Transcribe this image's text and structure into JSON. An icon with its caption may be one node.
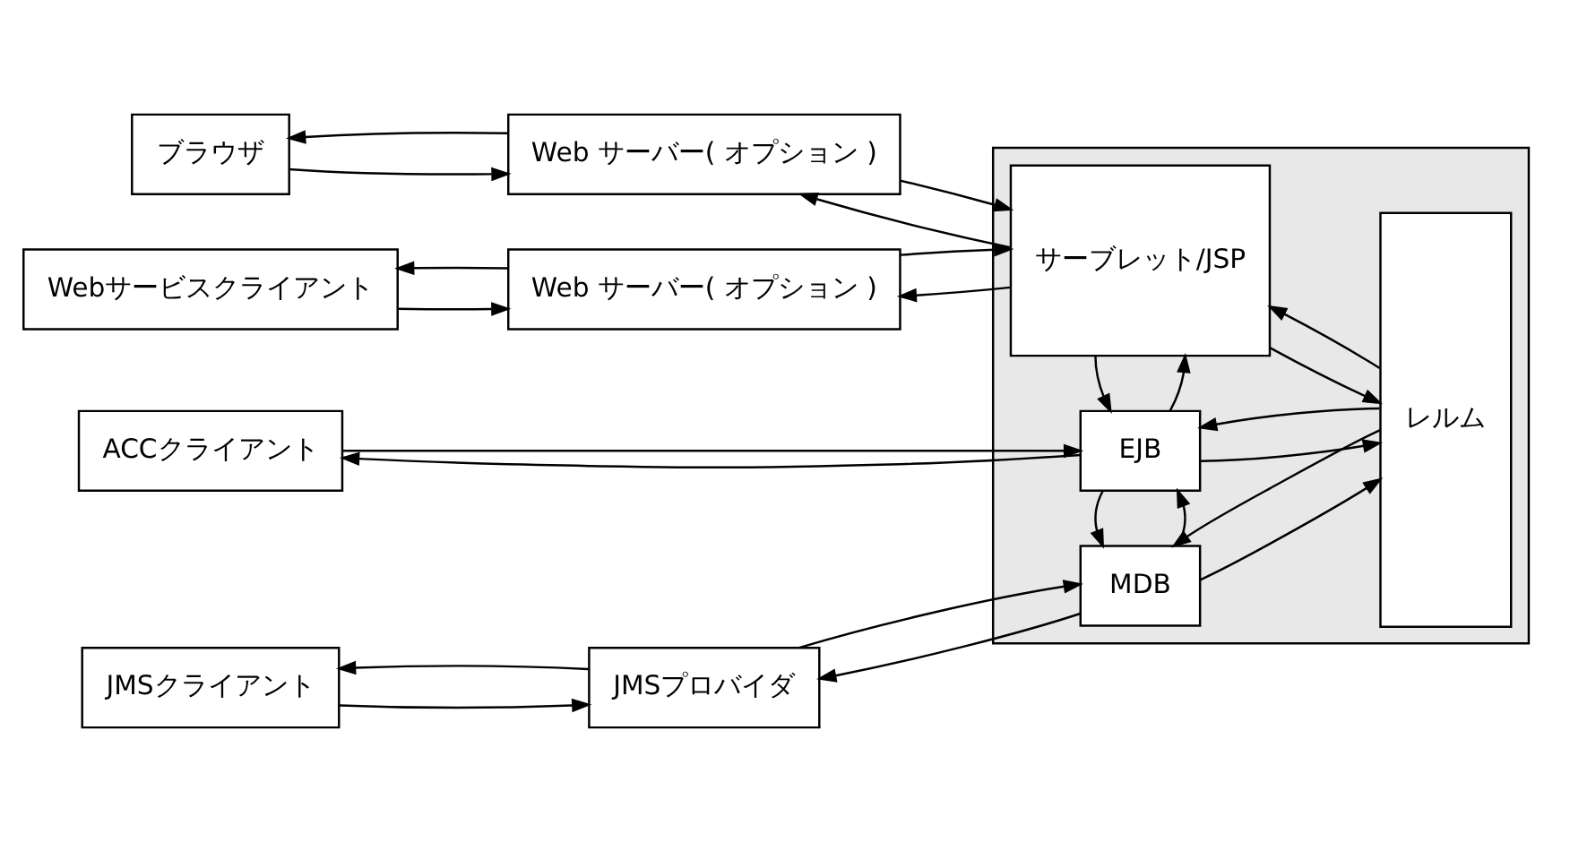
{
  "diagram": {
    "nodes": [
      {
        "text": [
          "ブラウザ"
        ]
      },
      {
        "text": [
          "Web サーバー( オプション )"
        ]
      },
      {
        "text": [
          "Webサービスクライアント"
        ]
      },
      {
        "text": [
          "Web サーバー( オプション )"
        ]
      },
      {
        "text": [
          "ACCクライアント"
        ]
      },
      {
        "text": [
          "JMSクライアント"
        ]
      },
      {
        "text": [
          "JMSプロバイダ"
        ]
      },
      {
        "text": [],
        "shape": "box"
      },
      {
        "text": [
          "サーブレット/JSP"
        ],
        "in": 7
      },
      {
        "text": [
          "EJB"
        ],
        "in": 7
      },
      {
        "text": [
          "MDB"
        ],
        "in": 7
      },
      {
        "text": [
          "レルム"
        ],
        "in": 7
      }
    ],
    "edges": [
      {
        "from": 0,
        "to": 1,
        "arrow": "to"
      },
      {
        "from": 1,
        "to": 0,
        "arrow": "to"
      },
      {
        "from": 1,
        "to": 8,
        "arrow": "to"
      },
      {
        "from": 8,
        "to": 1,
        "arrow": "to"
      },
      {
        "from": 2,
        "to": 3,
        "arrow": "to"
      },
      {
        "from": 3,
        "to": 2,
        "arrow": "to"
      },
      {
        "from": 3,
        "to": 8,
        "arrow": "to"
      },
      {
        "from": 8,
        "to": 3,
        "arrow": "to"
      },
      {
        "from": 4,
        "to": 9,
        "arrow": "to"
      },
      {
        "from": 9,
        "to": 4,
        "arrow": "to"
      },
      {
        "from": 5,
        "to": 6,
        "arrow": "to"
      },
      {
        "from": 6,
        "to": 5,
        "arrow": "to"
      },
      {
        "from": 6,
        "to": 10,
        "arrow": "to"
      },
      {
        "from": 10,
        "to": 6,
        "arrow": "to"
      },
      {
        "from": 8,
        "to": 11,
        "arrow": "to"
      },
      {
        "from": 11,
        "to": 8,
        "arrow": "to"
      },
      {
        "from": 9,
        "to": 8,
        "arrow": "to"
      },
      {
        "from": 8,
        "to": 9,
        "arrow": "to"
      },
      {
        "from": 9,
        "to": 11,
        "arrow": "to"
      },
      {
        "from": 11,
        "to": 9,
        "arrow": "to"
      },
      {
        "from": 10,
        "to": 9,
        "arrow": "to"
      },
      {
        "from": 9,
        "to": 10,
        "arrow": "to"
      },
      {
        "from": 10,
        "to": 11,
        "arrow": "to"
      },
      {
        "from": 11,
        "to": 10,
        "arrow": "to"
      }
    ]
  }
}
